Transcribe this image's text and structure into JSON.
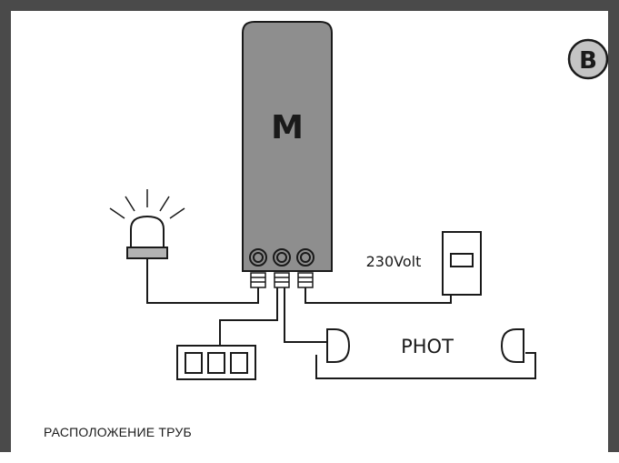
{
  "badge": {
    "letter": "B"
  },
  "motor": {
    "label": "M"
  },
  "power": {
    "label": "230Volt"
  },
  "photocells": {
    "label": "PHOT"
  },
  "caption": {
    "text": "РАСПОЛОЖЕНИЕ ТРУБ"
  },
  "colors": {
    "frame": "#4a4a4a",
    "motor_fill": "#8e8e8e",
    "beacon_fill": "#b3b3b3",
    "badge_fill": "#c4c4c4",
    "line": "#1a1a1a"
  },
  "icons": [
    "flashing-light-icon",
    "keypad-icon",
    "power-socket-icon",
    "photocell-transmitter-icon",
    "photocell-receiver-icon"
  ]
}
